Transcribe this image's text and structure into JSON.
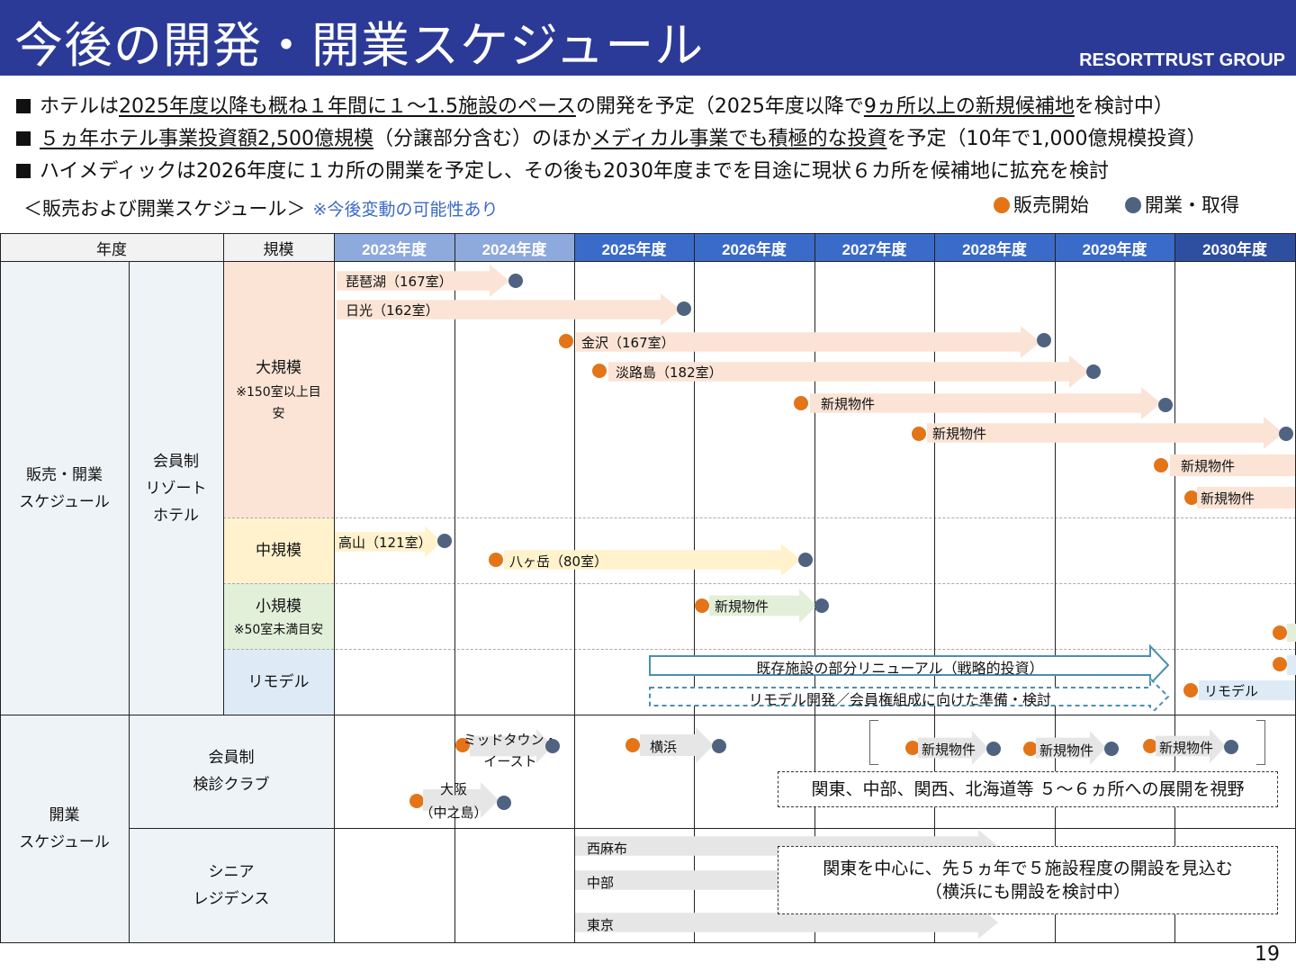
{
  "header": {
    "title": "今後の開発・開業スケジュール",
    "group": "RESORTTRUST GROUP"
  },
  "bullets": {
    "b1": {
      "p1": "ホテルは",
      "p2": "2025年度以降も概ね１年間に１～1.5施設のペース",
      "p3": "の開発を予定（2025年度以降で",
      "p4": "9ヵ所以上の新規候補地",
      "p5": "を検討中）"
    },
    "b2": {
      "p1": "５ヵ年ホテル事業投資額2,500億規模",
      "p2": "（分譲部分含む）のほか",
      "p3": "メディカル事業でも積極的な投資",
      "p4": "を予定（10年で1,000億規模投資）"
    },
    "b3": {
      "p1": "ハイメディックは2026年度に１カ所の開業を予定し、その後も2030年度までを目途に現状６カ所を候補地に拡充を検討"
    }
  },
  "subheading": "＜販売および開業スケジュール＞",
  "note": "※今後変動の可能性あり",
  "legend": {
    "sale_start": "販売開始",
    "open": "開業・取得"
  },
  "colors": {
    "header_bg": "#2b3a97",
    "sale": "#e37418",
    "open": "#4f6381",
    "large": "#fbe4d5",
    "medium": "#fff2cc",
    "small": "#e2efd9",
    "remodel": "#deebf7"
  },
  "table": {
    "col_year": "年度",
    "col_scale": "規模",
    "years": [
      "2023年度",
      "2024年度",
      "2025年度",
      "2026年度",
      "2027年度",
      "2028年度",
      "2029年度",
      "2030年度"
    ],
    "sales_section": "販売・開業\nスケジュール",
    "member_resort": "会員制\nリゾート\nホテル",
    "large": {
      "name": "大規模",
      "note": "※150室以上目安"
    },
    "medium": {
      "name": "中規模"
    },
    "small": {
      "name": "小規模",
      "note": "※50室未満目安"
    },
    "remodel": {
      "name": "リモデル"
    },
    "open_section": "開業\nスケジュール",
    "clinic": "会員制\n検診クラブ",
    "senior": "シニア\nレジデンス"
  },
  "bars": {
    "biwako": "琵琶湖（167室）",
    "nikko": "日光（162室）",
    "kanazawa": "金沢（167室）",
    "awaji": "淡路島（182室）",
    "new1": "新規物件",
    "new2": "新規物件",
    "new3": "新規物件",
    "new4": "新規物件",
    "takayama": "高山（121室）",
    "yatsugatake": "八ヶ岳（80室）",
    "small_new": "新規物件",
    "renewal": "既存施設の部分リニューアル（戦略的投資）",
    "remodel_prep": "リモデル開発／会員権組成に向けた準備・検討",
    "remodel": "リモデル",
    "midtown": "ミッドタウン・\nイースト",
    "yokohama": "横浜",
    "clinic_new1": "新規物件",
    "clinic_new2": "新規物件",
    "clinic_new3": "新規物件",
    "osaka": "大阪\n（中之島）",
    "nishiazabu": "西麻布",
    "chubu": "中部",
    "tokyo": "東京"
  },
  "boxes": {
    "clinic_expansion": "関東、中部、関西、北海道等 ５～６ヵ所への展開を視野",
    "senior_plan": "関東を中心に、先５ヵ年で５施設程度の開設を見込む\n（横浜にも開設を検討中）"
  },
  "page_number": "19"
}
